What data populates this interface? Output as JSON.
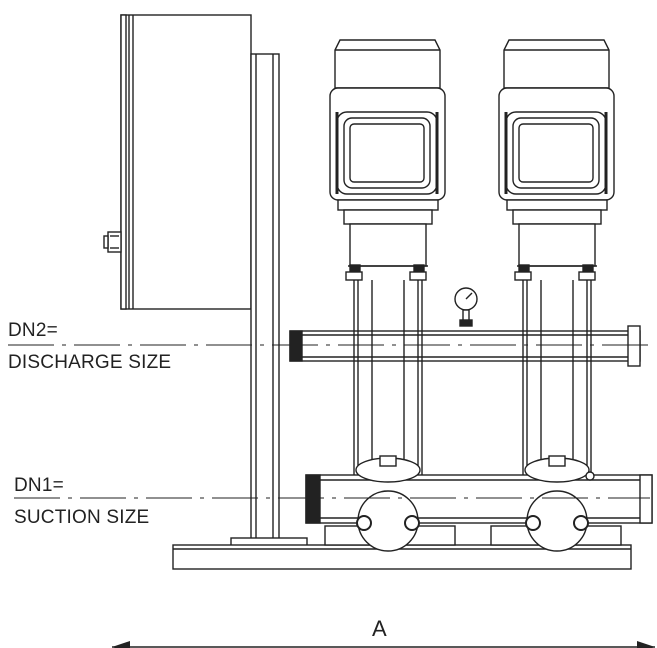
{
  "labels": {
    "dn2": "DN2=",
    "discharge": "DISCHARGE SIZE",
    "dn1": "DN1=",
    "suction": "SUCTION SIZE",
    "dimension": "A"
  }
}
